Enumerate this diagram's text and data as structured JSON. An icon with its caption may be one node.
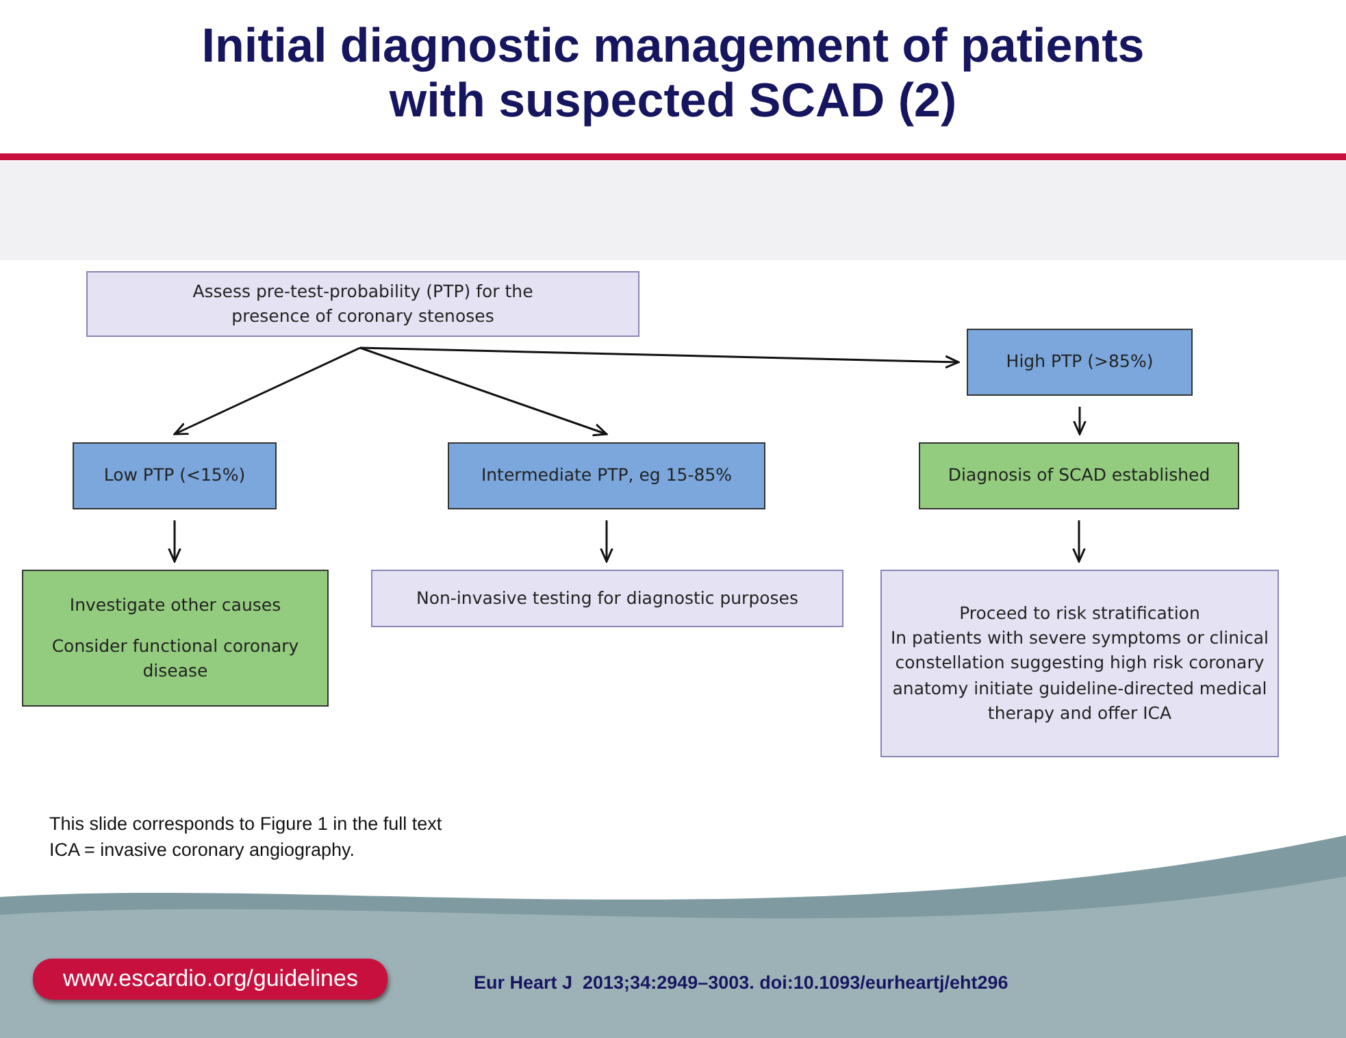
{
  "diagram": {
    "title": "Initial diagnostic management of patients with suspected SCAD (2)",
    "nodes": [
      {
        "text": [
          "Assess pre-test-probability (PTP) for the presence of coronary stenoses"
        ]
      },
      {
        "text": [
          "High PTP (>85%)"
        ]
      },
      {
        "text": [
          "Low PTP (<15%)"
        ]
      },
      {
        "text": [
          "Intermediate PTP, eg 15-85%"
        ]
      },
      {
        "text": [
          "Diagnosis of SCAD established"
        ]
      },
      {
        "text": [
          "Investigate other causes",
          "Consider functional coronary disease"
        ]
      },
      {
        "text": [
          "Non-invasive testing for diagnostic purposes"
        ]
      },
      {
        "text": [
          "Proceed to risk stratification",
          "In patients with severe symptoms or clinical constellation suggesting high risk coronary anatomy initiate guideline-directed medical therapy and offer ICA"
        ]
      }
    ],
    "edges": [
      {
        "from": 0,
        "to": 1,
        "arrow": "to"
      },
      {
        "from": 0,
        "to": 2,
        "arrow": "to"
      },
      {
        "from": 0,
        "to": 3,
        "arrow": "to"
      },
      {
        "from": 1,
        "to": 4,
        "arrow": "to"
      },
      {
        "from": 2,
        "to": 5,
        "arrow": "to"
      },
      {
        "from": 3,
        "to": 6,
        "arrow": "to"
      },
      {
        "from": 4,
        "to": 7,
        "arrow": "to"
      }
    ],
    "labels": [
      "This slide corresponds to Figure 1 in the full text",
      "ICA = invasive coronary angiography.",
      "www.escardio.org/guidelines",
      "Eur Heart J  2013;34:2949–3003. doi:10.1093/eurheartj/eht296"
    ]
  }
}
